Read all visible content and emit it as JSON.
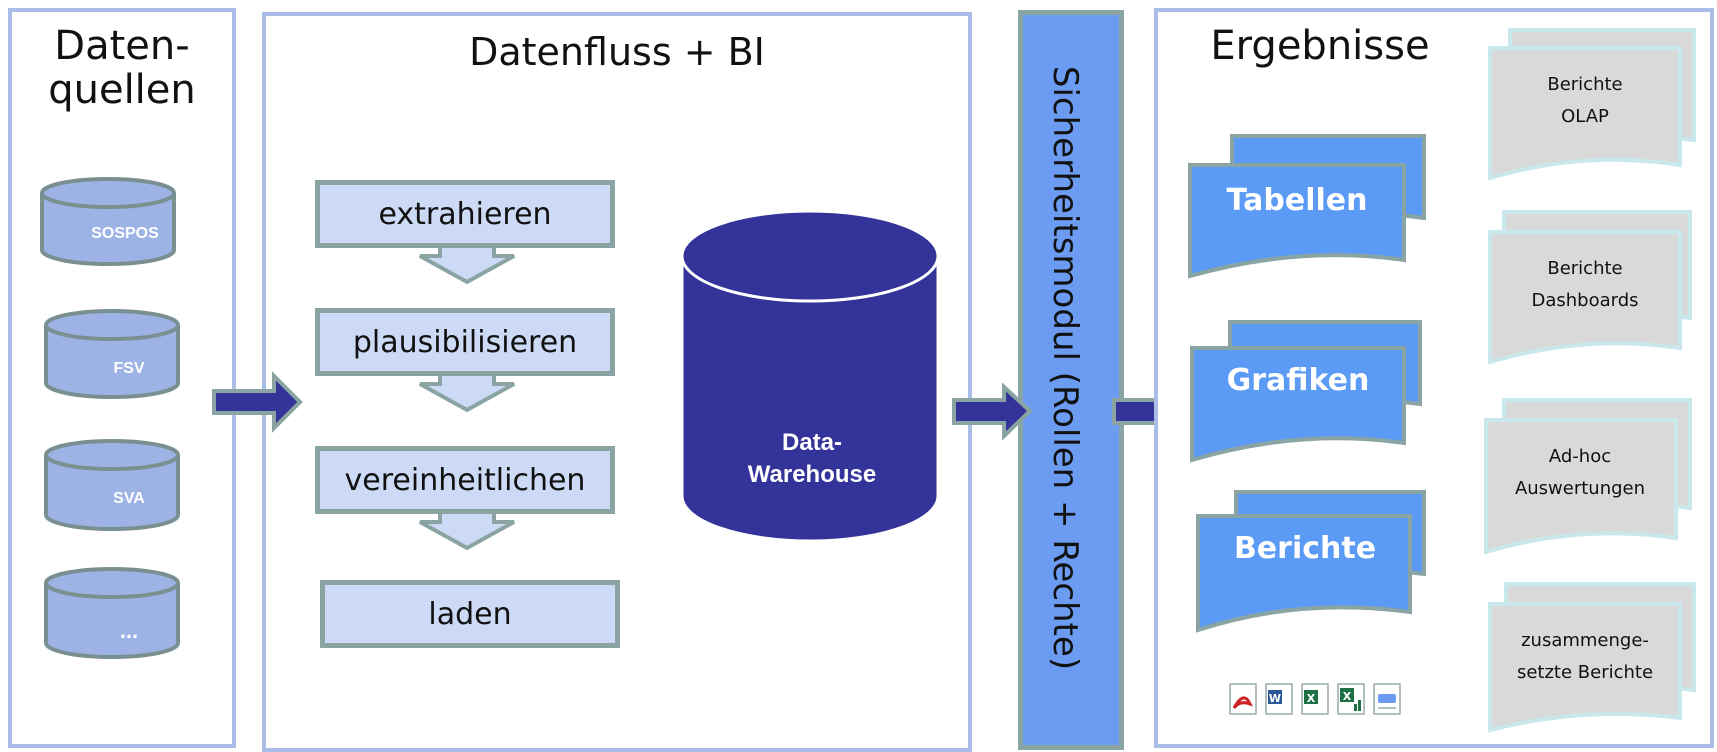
{
  "sources": {
    "title_line1": "Daten-",
    "title_line2": "quellen",
    "items": [
      "SOSPOS",
      "FSV",
      "SVA",
      "..."
    ]
  },
  "dataflow": {
    "title": "Datenfluss + BI",
    "steps": [
      "extrahieren",
      "plausibilisieren",
      "vereinheitlichen",
      "laden"
    ],
    "warehouse_line1": "Data-",
    "warehouse_line2": "Warehouse"
  },
  "security": {
    "label": "Sicherheitsmodul (Rollen + Rechte)"
  },
  "results": {
    "title": "Ergebnisse",
    "outputs": [
      "Tabellen",
      "Grafiken",
      "Berichte"
    ],
    "file_icons": [
      "pdf-icon",
      "word-icon",
      "excel-icon",
      "excel-chart-icon",
      "xml-icon"
    ],
    "reports": [
      {
        "line1": "Berichte",
        "line2": "OLAP"
      },
      {
        "line1": "Berichte",
        "line2": "Dashboards"
      },
      {
        "line1": "Ad-hoc",
        "line2": "Auswertungen"
      },
      {
        "line1": "zusammenge-",
        "line2": "setzte Berichte"
      }
    ]
  },
  "colors": {
    "panel_border": "#a9bde6",
    "cylinder_fill": "#9db3e6",
    "cylinder_stroke": "#7a9090",
    "step_fill": "#ccdaf5",
    "step_stroke": "#8aa4a4",
    "warehouse": "#333399",
    "arrow": "#333399",
    "security_bar": "#6b9cf2",
    "output_doc": "#5b9bf5",
    "report_doc": "#d9d9d9",
    "report_border": "#c8e8ec"
  }
}
